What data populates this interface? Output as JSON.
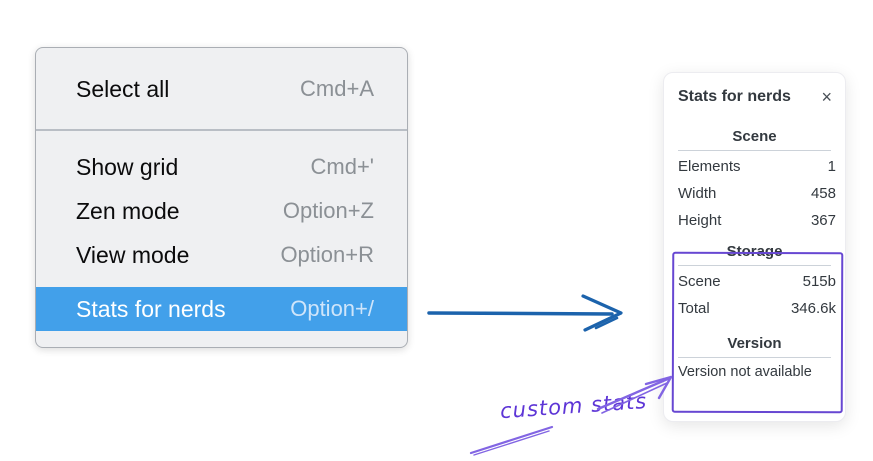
{
  "context_menu": {
    "items": [
      {
        "label": "Select all",
        "shortcut": "Cmd+A",
        "highlighted": false
      },
      {
        "label": "Show grid",
        "shortcut": "Cmd+'",
        "highlighted": false
      },
      {
        "label": "Zen mode",
        "shortcut": "Option+Z",
        "highlighted": false
      },
      {
        "label": "View mode",
        "shortcut": "Option+R",
        "highlighted": false
      },
      {
        "label": "Stats for nerds",
        "shortcut": "Option+/",
        "highlighted": true
      }
    ]
  },
  "stats_panel": {
    "title": "Stats for nerds",
    "close_icon": "×",
    "scene": {
      "heading": "Scene",
      "rows": [
        {
          "label": "Elements",
          "value": "1"
        },
        {
          "label": "Width",
          "value": "458"
        },
        {
          "label": "Height",
          "value": "367"
        }
      ]
    },
    "storage": {
      "heading": "Storage",
      "rows": [
        {
          "label": "Scene",
          "value": "515b"
        },
        {
          "label": "Total",
          "value": "346.6k"
        }
      ]
    },
    "version": {
      "heading": "Version",
      "note": "Version not available"
    }
  },
  "annotation": {
    "label": "custom stats"
  },
  "colors": {
    "menu_highlight": "#42a0ea",
    "arrow_blue": "#1c63ac",
    "annotation_purple": "#8265e3",
    "box_purple": "#6747d2"
  }
}
